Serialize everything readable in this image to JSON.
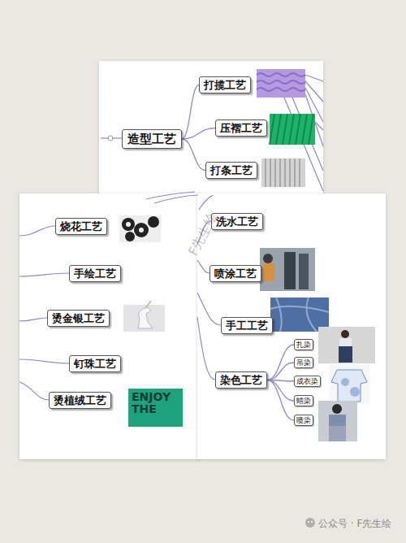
{
  "diagram": {
    "nodes": [
      {
        "text": [
          "造型工艺"
        ]
      },
      {
        "text": [
          "打揽工艺"
        ]
      },
      {
        "text": [
          "压褶工艺"
        ]
      },
      {
        "text": [
          "打条工艺"
        ]
      },
      {
        "text": [
          "烧花工艺"
        ]
      },
      {
        "text": [
          "手绘工艺"
        ]
      },
      {
        "text": [
          "烫金银工艺"
        ]
      },
      {
        "text": [
          "钉珠工艺"
        ]
      },
      {
        "text": [
          "烫植绒工艺"
        ]
      },
      {
        "text": [
          "洗水工艺"
        ]
      },
      {
        "text": [
          "喷涂工艺"
        ]
      },
      {
        "text": [
          "手工工艺"
        ]
      },
      {
        "text": [
          "染色工艺"
        ]
      },
      {
        "text": [
          "扎染"
        ]
      },
      {
        "text": [
          "吊染"
        ]
      },
      {
        "text": [
          "成衣染"
        ]
      },
      {
        "text": [
          "蜡染"
        ]
      },
      {
        "text": [
          "喷染"
        ]
      }
    ],
    "edges": [
      {
        "from": 0,
        "to": 1,
        "arrow": "none"
      },
      {
        "from": 0,
        "to": 2,
        "arrow": "none"
      },
      {
        "from": 0,
        "to": 3,
        "arrow": "none"
      },
      {
        "from": 12,
        "to": 13,
        "arrow": "none"
      },
      {
        "from": 12,
        "to": 14,
        "arrow": "none"
      },
      {
        "from": 12,
        "to": 15,
        "arrow": "none"
      },
      {
        "from": 12,
        "to": 16,
        "arrow": "none"
      },
      {
        "from": 12,
        "to": 17,
        "arrow": "none"
      }
    ],
    "labels": [
      "ENJOY THE",
      "F先生绘",
      "公众号 · F先生绘"
    ]
  }
}
